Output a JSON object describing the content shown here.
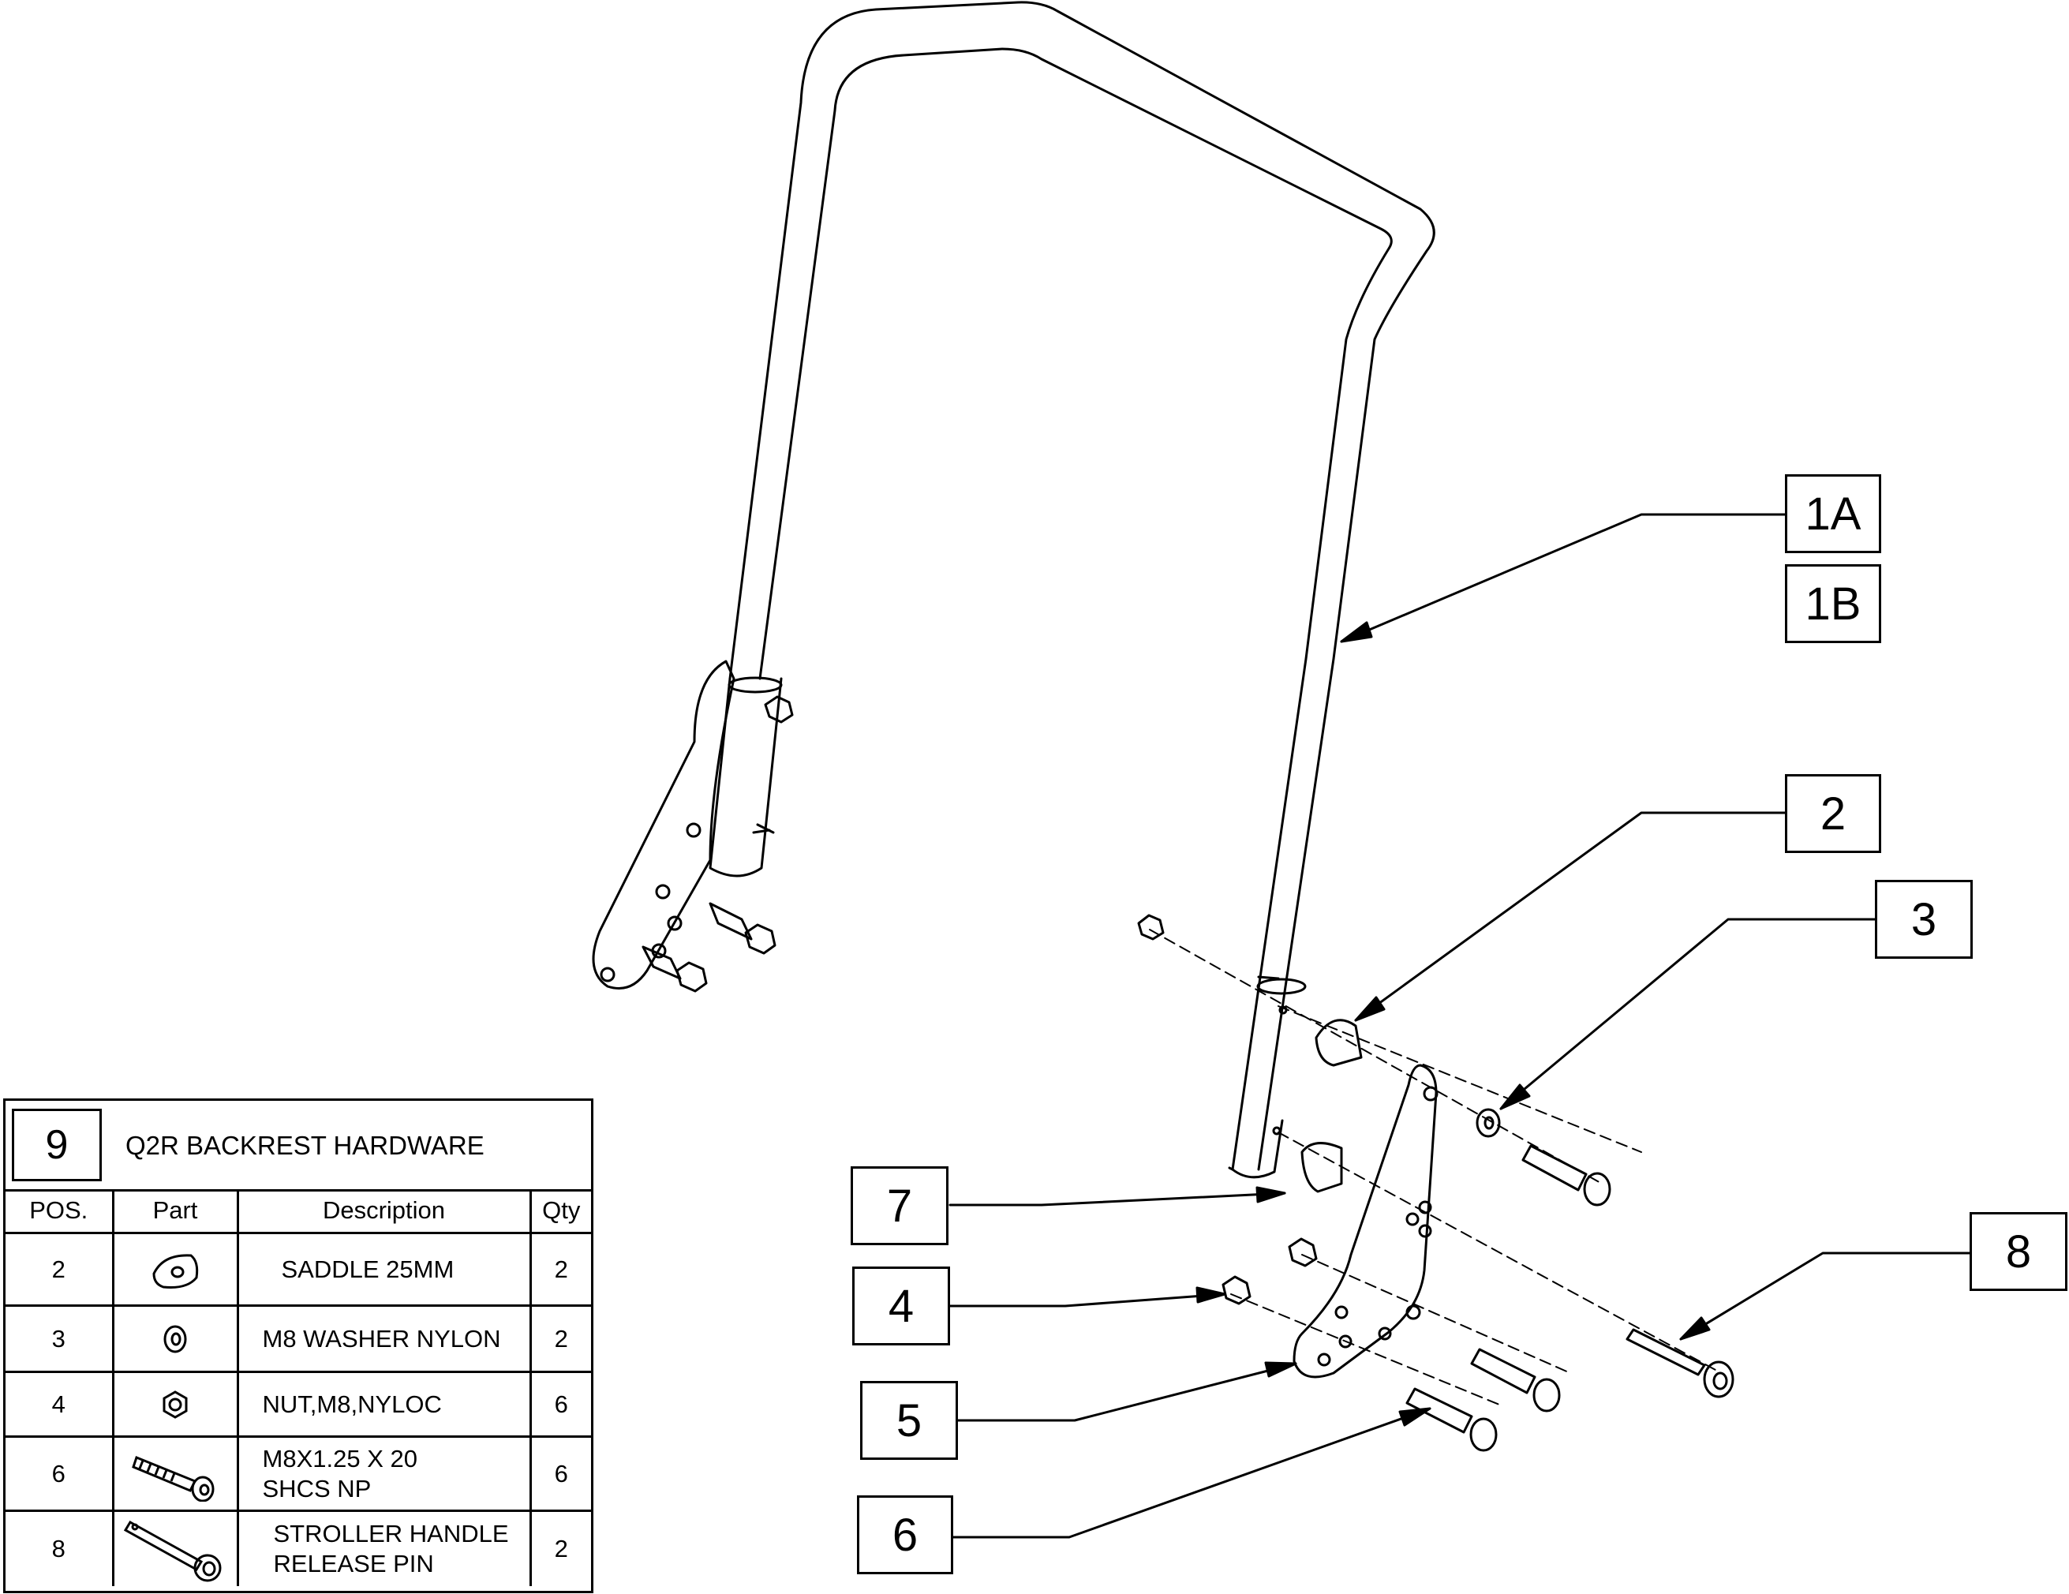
{
  "callouts": [
    {
      "id": "1A",
      "label": "1A"
    },
    {
      "id": "1B",
      "label": "1B"
    },
    {
      "id": "2",
      "label": "2"
    },
    {
      "id": "3",
      "label": "3"
    },
    {
      "id": "4",
      "label": "4"
    },
    {
      "id": "5",
      "label": "5"
    },
    {
      "id": "6",
      "label": "6"
    },
    {
      "id": "7",
      "label": "7"
    },
    {
      "id": "8",
      "label": "8"
    }
  ],
  "bom": {
    "kit_number": "9",
    "title": "Q2R BACKREST HARDWARE",
    "headers": {
      "pos": "POS.",
      "part": "Part",
      "description": "Description",
      "qty": "Qty"
    },
    "rows": [
      {
        "pos": "2",
        "icon": "saddle-icon",
        "description": "SADDLE 25MM",
        "qty": "2"
      },
      {
        "pos": "3",
        "icon": "washer-icon",
        "description": "M8 WASHER NYLON",
        "qty": "2"
      },
      {
        "pos": "4",
        "icon": "nut-icon",
        "description": "NUT,M8,NYLOC",
        "qty": "6"
      },
      {
        "pos": "6",
        "icon": "screw-icon",
        "description_lines": [
          "M8X1.25 X 20",
          "SHCS NP"
        ],
        "qty": "6"
      },
      {
        "pos": "8",
        "icon": "release-pin-icon",
        "description_lines": [
          "STROLLER HANDLE",
          "RELEASE PIN"
        ],
        "qty": "2"
      }
    ]
  }
}
